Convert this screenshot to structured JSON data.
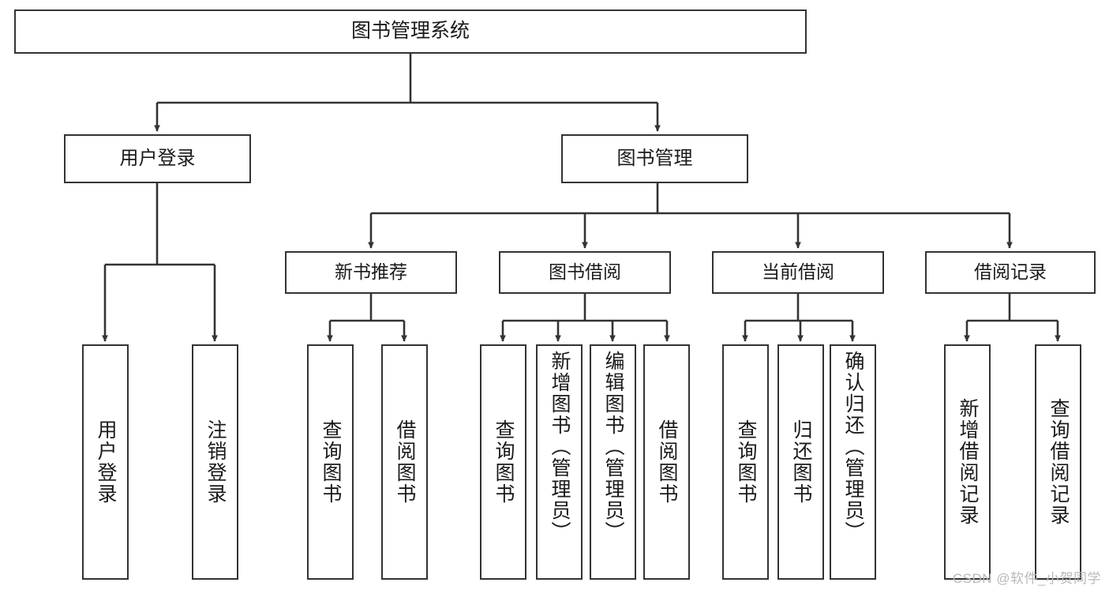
{
  "diagram": {
    "title": "图书管理系统",
    "type": "tree-hierarchy",
    "watermark": "CSDN @软件_小贺同学",
    "colors": {
      "stroke": "#333333",
      "fill": "#ffffff",
      "text": "#1a1a1a",
      "watermark": "#b9b9b9"
    },
    "nodes": {
      "root": {
        "label": "图书管理系统"
      },
      "level2": [
        {
          "id": "user-login",
          "label": "用户登录"
        },
        {
          "id": "book-manage",
          "label": "图书管理"
        }
      ],
      "level3": [
        {
          "id": "new-book-recommend",
          "label": "新书推荐"
        },
        {
          "id": "book-borrow",
          "label": "图书借阅"
        },
        {
          "id": "current-borrow",
          "label": "当前借阅"
        },
        {
          "id": "borrow-record",
          "label": "借阅记录"
        }
      ],
      "leaves": {
        "user_login": [
          {
            "id": "leaf-user-login",
            "label": "用户登录"
          },
          {
            "id": "leaf-logout-login",
            "label": "注销登录"
          }
        ],
        "new_book_recommend": [
          {
            "id": "leaf-query-book-1",
            "label": "查询图书"
          },
          {
            "id": "leaf-borrow-book-1",
            "label": "借阅图书"
          }
        ],
        "book_borrow": [
          {
            "id": "leaf-query-book-2",
            "label": "查询图书"
          },
          {
            "id": "leaf-add-book",
            "label": "新增图书（管理员）"
          },
          {
            "id": "leaf-edit-book",
            "label": "编辑图书（管理员）"
          },
          {
            "id": "leaf-borrow-book-2",
            "label": "借阅图书"
          }
        ],
        "current_borrow": [
          {
            "id": "leaf-query-book-3",
            "label": "查询图书"
          },
          {
            "id": "leaf-return-book",
            "label": "归还图书"
          },
          {
            "id": "leaf-confirm-return",
            "label": "确认归还（管理员）"
          }
        ],
        "borrow_record": [
          {
            "id": "leaf-add-record",
            "label": "新增借阅记录"
          },
          {
            "id": "leaf-query-record",
            "label": "查询借阅记录"
          }
        ]
      }
    }
  }
}
